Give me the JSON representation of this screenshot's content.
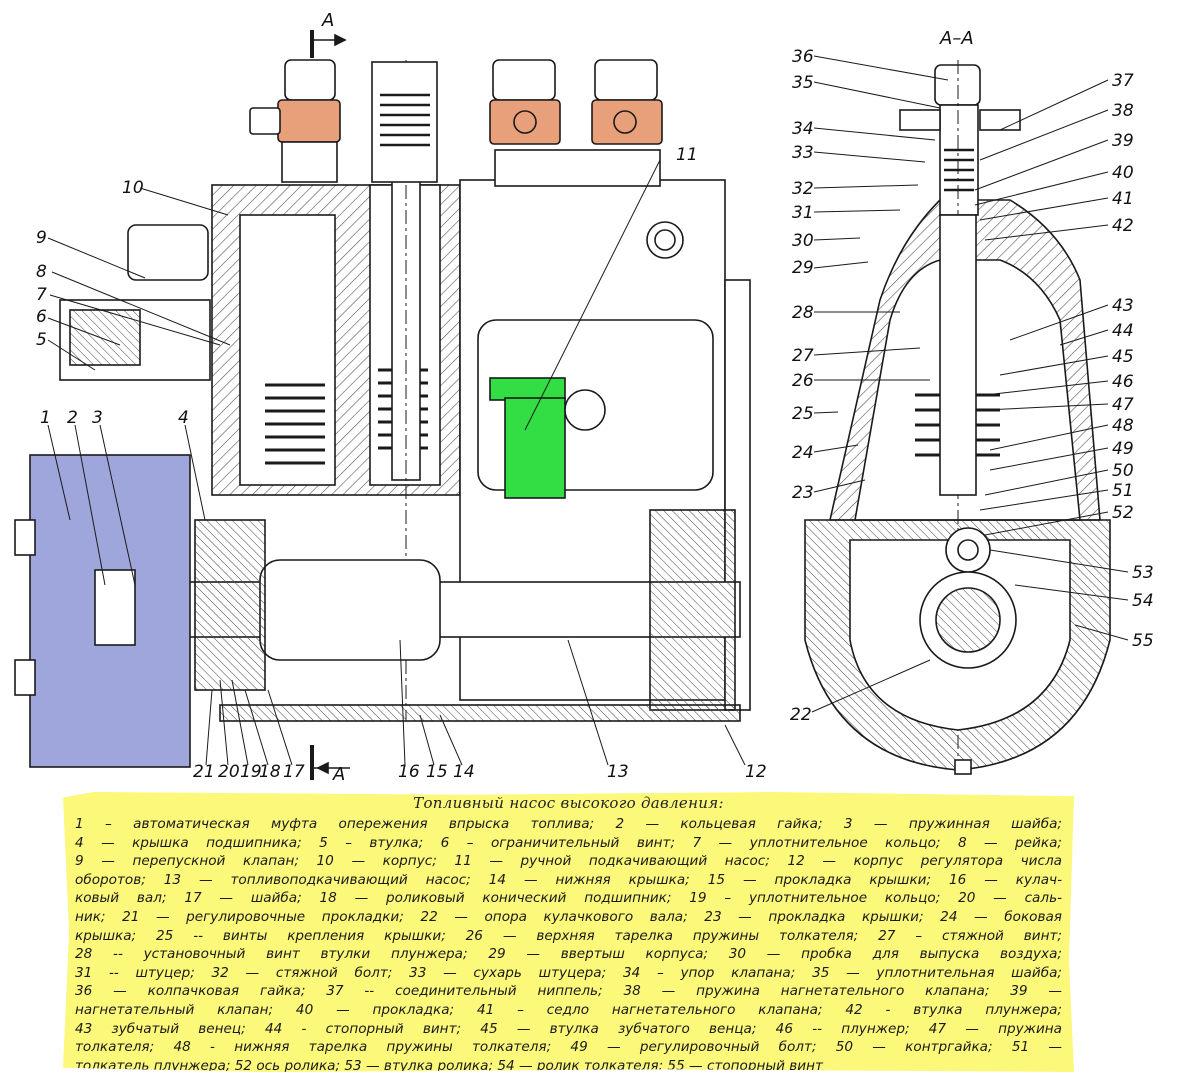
{
  "section_marks": {
    "a_top": "A",
    "a_bottom": "A",
    "section_title": "А–А"
  },
  "callouts": [
    "1",
    "2",
    "3",
    "4",
    "5",
    "6",
    "7",
    "8",
    "9",
    "10",
    "11",
    "12",
    "13",
    "14",
    "15",
    "16",
    "17",
    "18",
    "19",
    "20",
    "21",
    "22",
    "23",
    "24",
    "25",
    "26",
    "27",
    "28",
    "29",
    "30",
    "31",
    "32",
    "33",
    "34",
    "35",
    "36",
    "37",
    "38",
    "39",
    "40",
    "41",
    "42",
    "43",
    "44",
    "45",
    "46",
    "47",
    "48",
    "49",
    "50",
    "51",
    "52",
    "53",
    "54",
    "55"
  ],
  "legend": {
    "title": "Топливный насос высокого давления:",
    "lines": [
      "1 – автоматическая муфта опережения впрыска топлива; 2 — кольцевая гайка; 3 — пружинная шайба;",
      "4 — крышка подшипника; 5 – втулка; 6 – ограничительный винт; 7 — уплотнительное кольцо; 8 — рейка;",
      "9 — перепускной клапан; 10 — корпус; 11 — ручной подкачивающий насос; 12 — корпус регулятора числа",
      "оборотов; 13 — топливоподкачивающий насос; 14 — нижняя крышка; 15 — прокладка крышки; 16 — кулач-",
      "ковый вал; 17 — шайба; 18 — роликовый конический подшипник; 19 – уплотнительное кольцо; 20 — саль-",
      "ник; 21 — регулировочные прокладки; 22 — опора кулачкового вала; 23 — прокладка крышки; 24 — боковая",
      "крышка; 25 -- винты крепления крышки; 26 — верхняя тарелка пружины толкателя; 27 – стяжной винт;",
      "28 -- установочный винт втулки плунжера; 29 — ввертыш корпуса; 30 — пробка для выпуска воздуха;",
      "31 -- штуцер; 32 — стяжной болт; 33 — сухарь штуцера; 34 – упор клапана; 35 — уплотнительная шайба;",
      "36 — колпачковая гайка; 37 -- соединительный ниппель; 38 — пружина нагнетательного клапана; 39 —",
      "нагнетательный клапан; 40 — прокладка; 41 – седло нагнетательного клапана; 42 - втулка плунжера;",
      "43 зубчатый венец; 44 - стопорный винт; 45 — втулка зубчатого венца; 46 -- плунжер; 47 — пружина",
      "толкателя; 48 - нижняя тарелка пружины толкателя; 49 — регулировочный болт; 50 — контргайка; 51 —",
      "толкатель плунжера; 52 ось ролика; 53 — втулка ролика; 54 — ролик толкателя; 55 — стопорный винт"
    ]
  },
  "colors": {
    "coupling_blue": "#9fa6dc",
    "copper_nut": "#e8a07a",
    "hand_pump_green": "#33dd44",
    "legend_yellow": "#fbf87a",
    "line": "#1a1a1a",
    "hatch": "#555555"
  }
}
